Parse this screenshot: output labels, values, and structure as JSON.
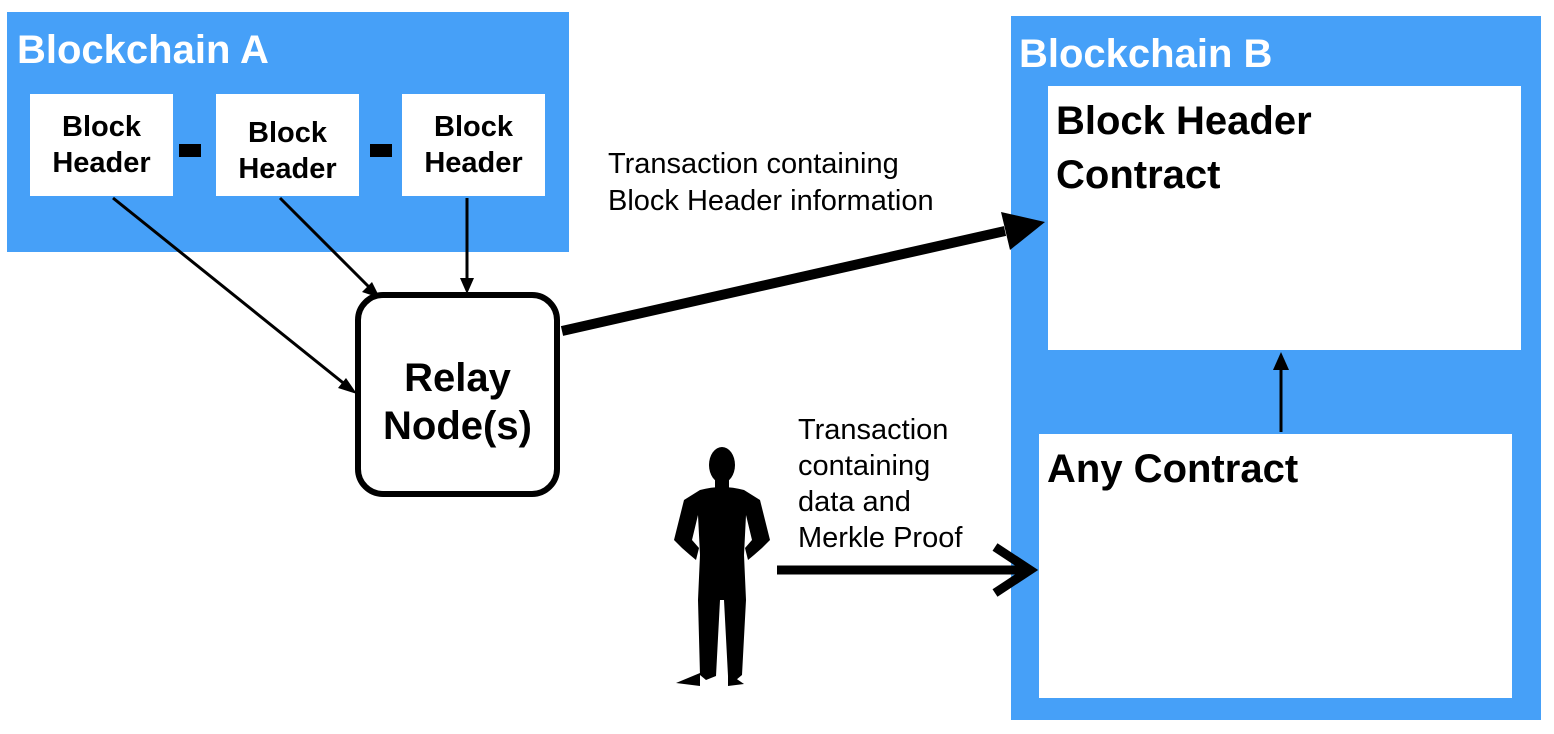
{
  "blockchain_a": {
    "title": "Blockchain A",
    "blocks": [
      {
        "line1": "Block",
        "line2": "Header"
      },
      {
        "line1": "Block",
        "line2": "Header"
      },
      {
        "line1": "Block",
        "line2": "Header"
      }
    ]
  },
  "relay": {
    "line1": "Relay",
    "line2": "Node(s)"
  },
  "blockchain_b": {
    "title": "Blockchain B",
    "header_contract": {
      "line1": "Block Header",
      "line2": "Contract"
    },
    "any_contract": "Any Contract"
  },
  "labels": {
    "tx_header": {
      "line1": "Transaction containing",
      "line2": "Block Header information"
    },
    "tx_merkle": {
      "line1": "Transaction",
      "line2": "containing",
      "line3": "data and",
      "line4": "Merkle Proof"
    }
  },
  "colors": {
    "chain_blue": "#46a0f8"
  },
  "icons": {
    "user": "person-silhouette-icon"
  }
}
